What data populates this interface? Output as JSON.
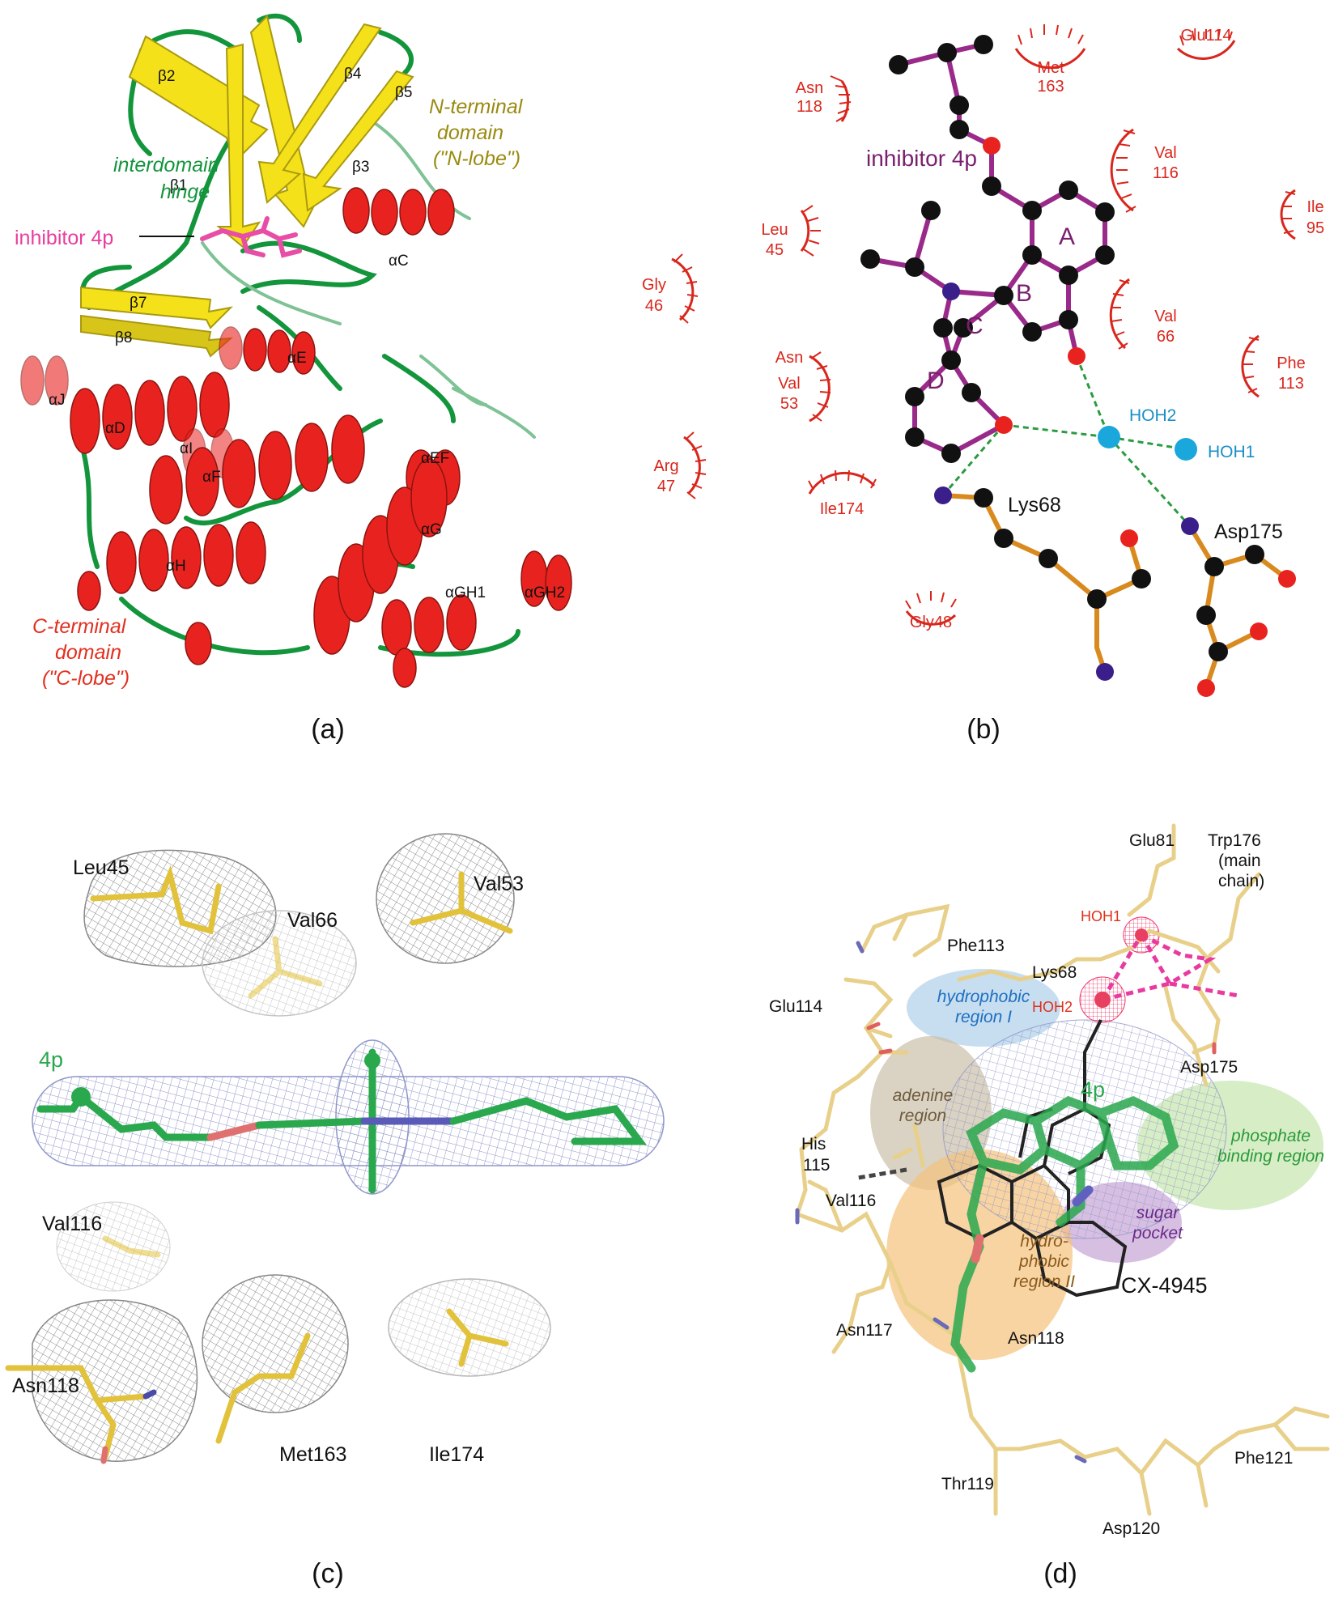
{
  "captions": {
    "a": "(a)",
    "b": "(b)",
    "c": "(c)",
    "d": "(d)"
  },
  "colors": {
    "helix": "#e8231f",
    "strand": "#f5e11a",
    "coil": "#13953c",
    "inhibitor": "#e84ea6",
    "bond_purple": "#9a2a8a",
    "bond_orange": "#d98a1f",
    "water": "#1aa7dc",
    "residue_red": "#d9261c",
    "stick_yellow": "#e9d36c",
    "stick_green": "#2aa84e",
    "mesh_grey": "#888888",
    "mesh_blue": "#8f96c9"
  },
  "panel_a": {
    "labels": {
      "b1": "β1",
      "b2": "β2",
      "b3": "β3",
      "b4": "β4",
      "b5": "β5",
      "b7": "β7",
      "b8": "β8",
      "ac": "αC",
      "ae": "αE",
      "aj": "αJ",
      "ad": "αD",
      "ai": "αI",
      "af": "αF",
      "aef": "αEF",
      "ag": "αG",
      "ah": "αH",
      "agh1": "αGH1",
      "agh2": "αGH2",
      "inhibitor": "inhibitor 4p",
      "hinge_1": "interdomain",
      "hinge_2": "hinge",
      "nterm_1": "N-terminal",
      "nterm_2": "domain",
      "nterm_3": "(\"N-lobe\")",
      "cterm_1": "C-terminal",
      "cterm_2": "domain",
      "cterm_3": "(\"C-lobe\")"
    }
  },
  "panel_b": {
    "inhibitor": "inhibitor 4p",
    "rings": {
      "a": "A",
      "b": "B",
      "c": "C",
      "d": "D"
    },
    "waters": {
      "hoh1": "HOH1",
      "hoh2": "HOH2"
    },
    "hbond_residues": {
      "lys": "Lys68",
      "asp": "Asp175"
    },
    "residues": {
      "asn118_1": "Asn",
      "asn118_2": "118",
      "met163_1": "Met",
      "met163_2": "163",
      "glu114": "Glu114",
      "val116_1": "Val",
      "val116_2": "116",
      "ile95_1": "Ile",
      "ile95_2": "95",
      "leu45_1": "Leu",
      "leu45_2": "45",
      "gly46_1": "Gly",
      "gly46_2": "46",
      "val66_1": "Val",
      "val66_2": "66",
      "asn_1": "Asn",
      "val53_1": "Val",
      "val53_2": "53",
      "phe113_1": "Phe",
      "phe113_2": "113",
      "arg47_1": "Arg",
      "arg47_2": "47",
      "ile174": "Ile174",
      "gly48": "Gly48"
    }
  },
  "panel_c": {
    "labels": {
      "leu45": "Leu45",
      "val66": "Val66",
      "val53": "Val53",
      "ligand": "4p",
      "val116": "Val116",
      "asn118": "Asn118",
      "met163": "Met163",
      "ile174": "Ile174"
    }
  },
  "panel_d": {
    "labels": {
      "glu81": "Glu81",
      "trp176_1": "Trp176",
      "trp176_2": "(main",
      "trp176_3": "chain)",
      "hoh1": "HOH1",
      "hoh2": "HOH2",
      "phe113": "Phe113",
      "lys68": "Lys68",
      "glu114": "Glu114",
      "asp175": "Asp175",
      "ligand": "4p",
      "his115_1": "His",
      "his115_2": "115",
      "val116": "Val116",
      "cx4945": "CX-4945",
      "asn117": "Asn117",
      "asn118": "Asn118",
      "thr119": "Thr119",
      "asp120": "Asp120",
      "phe121": "Phe121"
    },
    "regions": {
      "hydrophobic1_1": "hydrophobic",
      "hydrophobic1_2": "region I",
      "adenine_1": "adenine",
      "adenine_2": "region",
      "phosphate_1": "phosphate",
      "phosphate_2": "binding region",
      "sugar_1": "sugar",
      "sugar_2": "pocket",
      "hydrophobic2_1": "hydro-",
      "hydrophobic2_2": "phobic",
      "hydrophobic2_3": "region II"
    }
  }
}
